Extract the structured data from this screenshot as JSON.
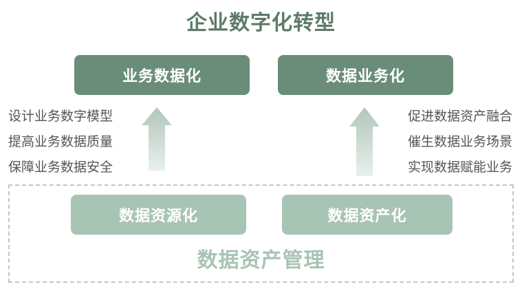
{
  "title": "企业数字化转型",
  "top_boxes": {
    "left": "业务数据化",
    "right": "数据业务化"
  },
  "left_items": [
    "设计业务数字模型",
    "提高业务数据质量",
    "保障业务数据安全"
  ],
  "right_items": [
    "促进数据资产融合",
    "催生数据业务场景",
    "实现数据赋能业务"
  ],
  "bottom_boxes": {
    "left": "数据资源化",
    "right": "数据资产化"
  },
  "bottom_label": "数据资产管理",
  "colors": {
    "title": "#5d7a69",
    "dark_box": "#6a8d7a",
    "light_box": "#a8c4b4",
    "arrow_top": "#b0c7ba",
    "arrow_bottom": "#e9f0ec"
  }
}
